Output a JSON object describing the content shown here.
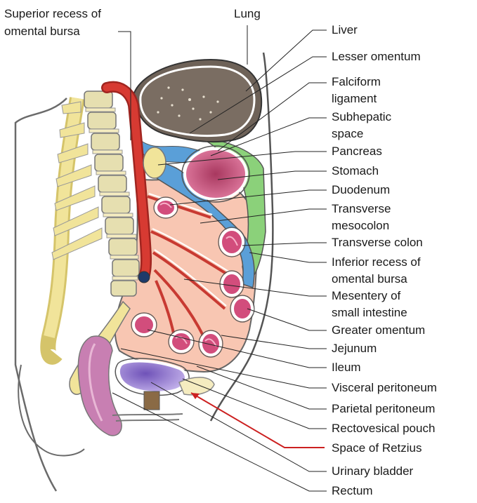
{
  "figure": {
    "top_labels": {
      "superior_recess_line1": "Superior recess of",
      "superior_recess_line2": "omental bursa",
      "lung": "Lung"
    },
    "labels": {
      "liver": "Liver",
      "lesser_omentum": "Lesser omentum",
      "falciform_1": "Falciform",
      "falciform_2": "ligament",
      "subhepatic_1": "Subhepatic",
      "subhepatic_2": "space",
      "pancreas": "Pancreas",
      "stomach": "Stomach",
      "duodenum": "Duodenum",
      "transverse_meso_1": "Transverse",
      "transverse_meso_2": "mesocolon",
      "transverse_colon": "Transverse colon",
      "inferior_recess_1": "Inferior recess of",
      "inferior_recess_2": "omental bursa",
      "mesentery_1": "Mesentery of",
      "mesentery_2": "small intestine",
      "greater_omentum": "Greater omentum",
      "jejunum": "Jejunum",
      "ileum": "Ileum",
      "visceral_peritoneum": "Visceral peritoneum",
      "parietal_peritoneum": "Parietal peritoneum",
      "rectovesical_pouch": "Rectovesical pouch",
      "space_of_retzius": "Space of Retzius",
      "urinary_bladder": "Urinary bladder",
      "rectum": "Rectum"
    },
    "colors": {
      "liver": "#6e6258",
      "omentum_space": "#5a9fd8",
      "stomach": "#c04a78",
      "green_ligament": "#8bd17a",
      "aorta": "#d73a32",
      "peritoneum_pink": "#f8c6b2",
      "spine_yellow": "#f1e49a",
      "bladder": "#8b6fc9",
      "rectum": "#c87fb2",
      "retzius_arrow": "#cc2020",
      "body_outline": "#555555"
    }
  }
}
